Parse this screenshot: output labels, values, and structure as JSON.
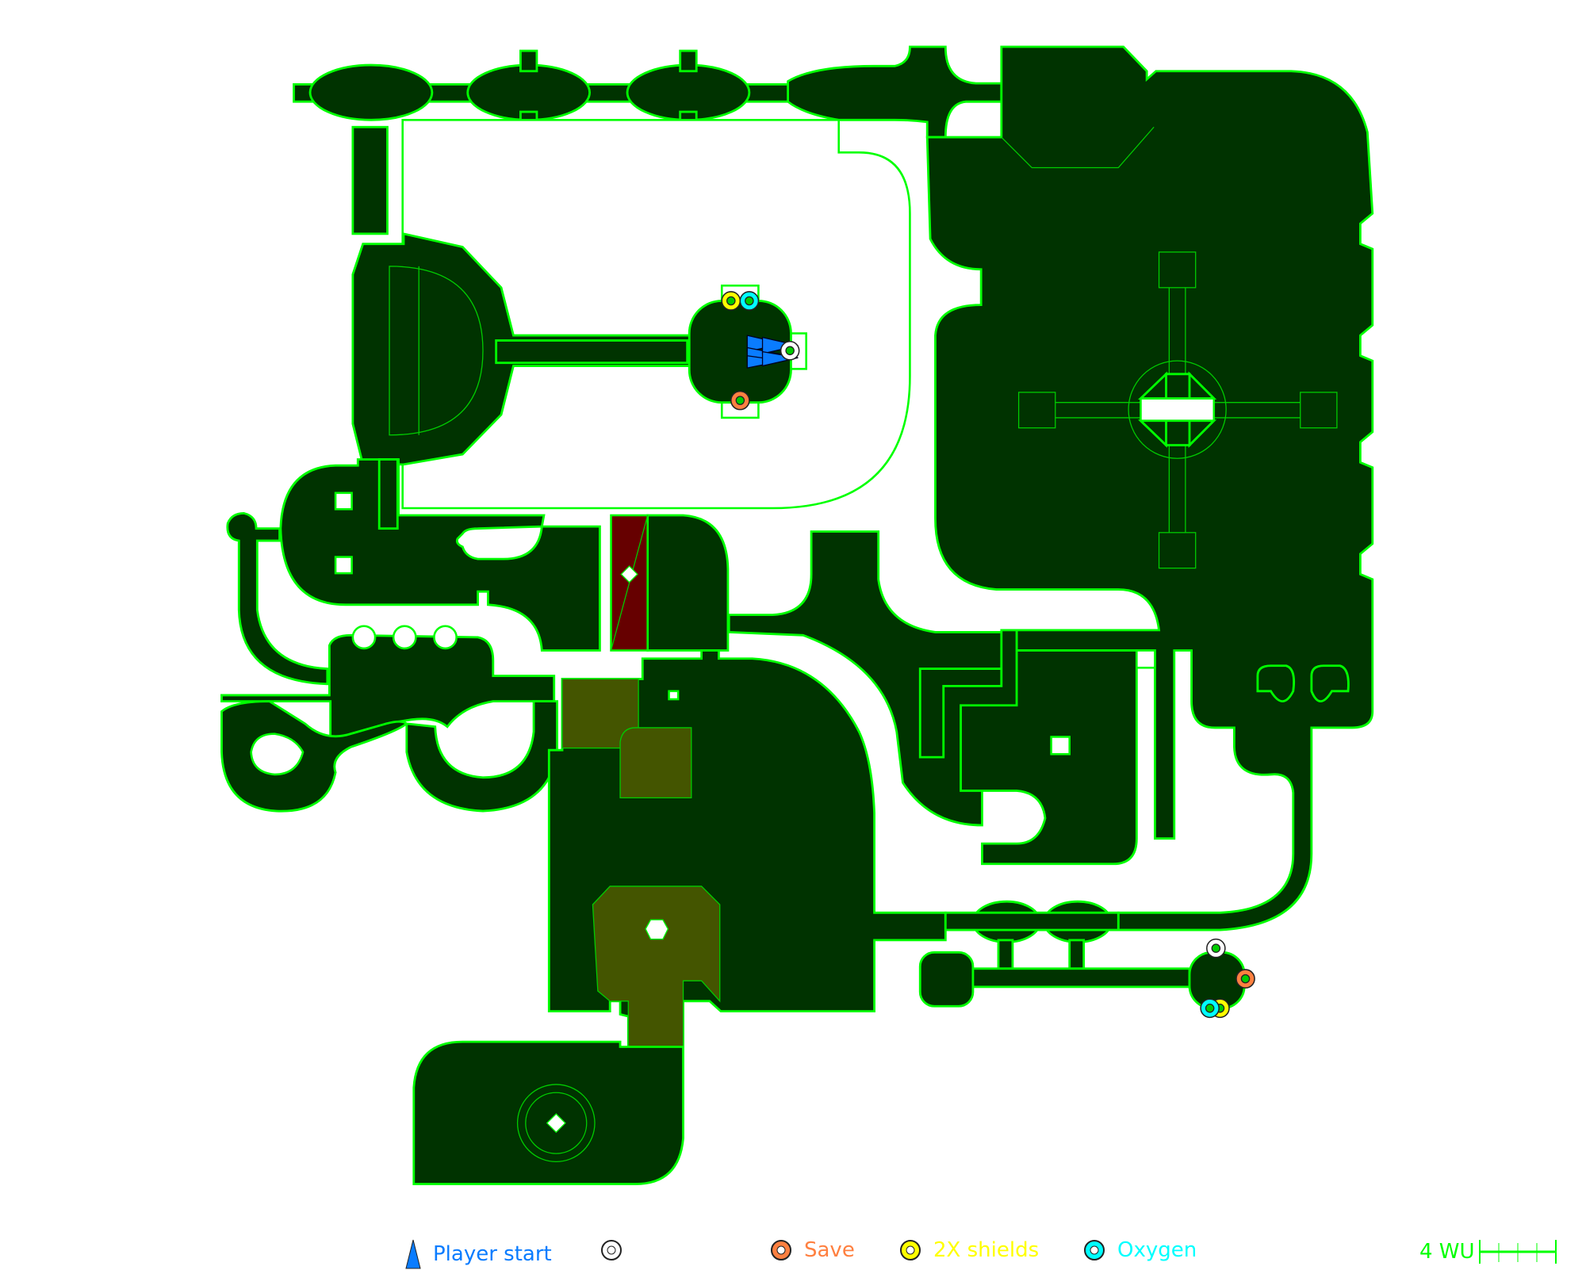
{
  "map": {
    "colors": {
      "floor": "#003300",
      "wall": "#00ff00",
      "hazard": "#660000",
      "platform": "#445500",
      "player": "#0a7cff"
    },
    "markers": [
      {
        "type": "2X shields",
        "color": "#ffff00"
      },
      {
        "type": "Oxygen",
        "color": "#00ffff"
      },
      {
        "type": "teleporter",
        "color": "#ffffff"
      },
      {
        "type": "Save",
        "color": "#ff8040"
      },
      {
        "type": "teleporter",
        "color": "#ffffff"
      },
      {
        "type": "Save",
        "color": "#ff8040"
      },
      {
        "type": "2X shields",
        "color": "#ffff00"
      },
      {
        "type": "Oxygen",
        "color": "#00ffff"
      }
    ]
  },
  "legend": {
    "player_start": "Player start",
    "save": "Save",
    "shields": "2X shields",
    "oxygen": "Oxygen",
    "scale": "4 WU",
    "colors": {
      "player": "#0a7cff",
      "save": "#ff8040",
      "shields": "#ffff00",
      "oxygen": "#00ffff",
      "scale": "#00ff00"
    }
  }
}
